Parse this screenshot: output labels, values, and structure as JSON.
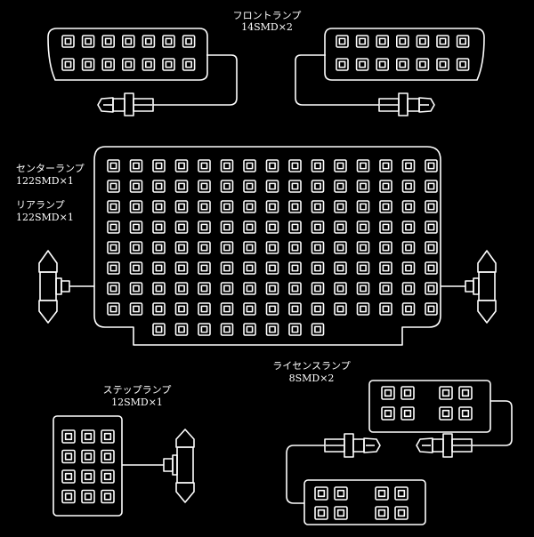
{
  "labels": {
    "front_name": "フロントランプ",
    "front_spec": "14SMD×2",
    "center_name": "センターランプ",
    "center_spec": "122SMD×1",
    "rear_name": "リアランプ",
    "rear_spec": "122SMD×1",
    "license_name": "ライセンスランプ",
    "license_spec": "8SMD×2",
    "step_name": "ステップランプ",
    "step_spec": "12SMD×1"
  },
  "colors": {
    "background": "#000000",
    "line": "#ffffff"
  }
}
